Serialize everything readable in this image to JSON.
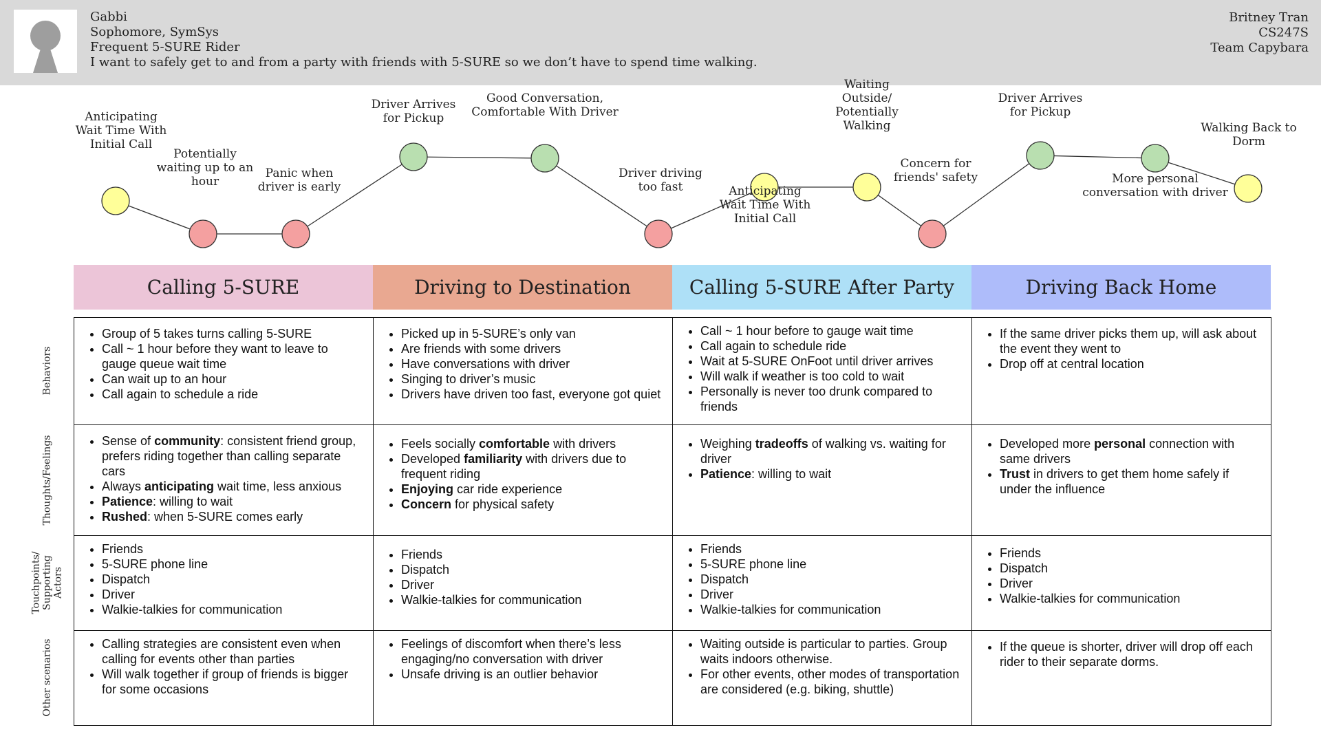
{
  "persona": {
    "name": "Gabbi",
    "year_major": "Sophomore, SymSys",
    "type": "Frequent 5-SURE Rider",
    "goal": "I want to safely get to and from a party with friends with 5-SURE so we don’t have to spend time walking."
  },
  "author": {
    "name": "Britney Tran",
    "course": "CS247S",
    "team": "Team Capybara"
  },
  "colors": {
    "header_bg": "#d9d9d9",
    "positive": "#b9dfb0",
    "neutral": "#ffff99",
    "negative": "#f4a0a0",
    "phase_1": "#ecc5d8",
    "phase_2": "#e9a891",
    "phase_3": "#aee0f7",
    "phase_4": "#aebcfa"
  },
  "journey": {
    "nodes": [
      {
        "label": "Anticipating\nWait Time With\nInitial Call",
        "mood": "neutral"
      },
      {
        "label": "Potentially\nwaiting up to an\nhour",
        "mood": "negative"
      },
      {
        "label": "Panic when\ndriver is early",
        "mood": "negative"
      },
      {
        "label": "Driver Arrives\nfor Pickup",
        "mood": "positive"
      },
      {
        "label": "Good Conversation,\nComfortable With Driver",
        "mood": "positive"
      },
      {
        "label": "Driver driving\ntoo fast",
        "mood": "negative"
      },
      {
        "label": "Anticipating\nWait Time With\nInitial Call",
        "mood": "neutral"
      },
      {
        "label": "Waiting\nOutside/\nPotentially\nWalking",
        "mood": "neutral"
      },
      {
        "label": "Concern for\nfriends' safety",
        "mood": "negative"
      },
      {
        "label": "Driver Arrives\nfor Pickup",
        "mood": "positive"
      },
      {
        "label": "More personal\nconversation with driver",
        "mood": "positive"
      },
      {
        "label": "Walking Back to\nDorm",
        "mood": "neutral"
      }
    ]
  },
  "phases": [
    {
      "title": "Calling 5-SURE"
    },
    {
      "title": "Driving to Destination"
    },
    {
      "title": "Calling 5-SURE After Party"
    },
    {
      "title": "Driving Back Home"
    }
  ],
  "rows": [
    {
      "label": "Behaviors"
    },
    {
      "label": "Thoughts/Feelings"
    },
    {
      "label": "Touchpoints/\nSupporting\nActors"
    },
    {
      "label": "Other scenarios"
    }
  ],
  "cells": [
    [
      [
        "Group of 5 takes turns calling 5-SURE",
        "Call ~ 1 hour before they want to leave to gauge queue wait time",
        "Can wait up to an hour",
        "Call again to schedule a ride"
      ],
      [
        "Picked up in 5-SURE’s only van",
        "Are friends with some drivers",
        "Have conversations with driver",
        "Singing to driver’s music",
        "Drivers have driven too fast, everyone got quiet"
      ],
      [
        "Call ~ 1 hour before to gauge wait time",
        "Call again to schedule ride",
        "Wait at 5-SURE OnFoot until driver arrives",
        "Will walk if weather is too cold to wait",
        "Personally is never too drunk compared to friends"
      ],
      [
        "If the same driver picks them up, will ask about the event they went to",
        "Drop off at central location"
      ]
    ],
    [
      [
        "Sense of **community**: consistent friend group, prefers riding together than calling separate cars",
        "Always **anticipating** wait time, less anxious",
        "**Patience**: willing to wait",
        "**Rushed**: when 5-SURE comes early"
      ],
      [
        "Feels socially **comfortable** with drivers",
        "Developed **familiarity** with drivers due to frequent riding",
        "**Enjoying** car ride experience",
        "**Concern** for physical safety"
      ],
      [
        "Weighing **tradeoffs** of walking vs. waiting for driver",
        "**Patience**: willing to wait"
      ],
      [
        "Developed more **personal** connection with same drivers",
        "**Trust** in drivers to get them home safely if under the influence"
      ]
    ],
    [
      [
        "Friends",
        "5-SURE phone line",
        "Dispatch",
        "Driver",
        "Walkie-talkies for communication"
      ],
      [
        "Friends",
        "Dispatch",
        "Driver",
        "Walkie-talkies for communication"
      ],
      [
        "Friends",
        "5-SURE phone line",
        "Dispatch",
        "Driver",
        "Walkie-talkies for communication"
      ],
      [
        "Friends",
        "Dispatch",
        "Driver",
        "Walkie-talkies for communication"
      ]
    ],
    [
      [
        "Calling strategies are consistent even when calling for events other than parties",
        "Will walk together if group of friends is bigger for some occasions"
      ],
      [
        "Feelings of discomfort when there’s less engaging/no conversation with driver",
        "Unsafe driving is an outlier behavior"
      ],
      [
        "Waiting outside is particular to parties. Group waits indoors otherwise.",
        "For other events, other modes of transportation are considered (e.g. biking, shuttle)"
      ],
      [
        "If the queue is shorter, driver will drop off each rider to their separate dorms."
      ]
    ]
  ]
}
